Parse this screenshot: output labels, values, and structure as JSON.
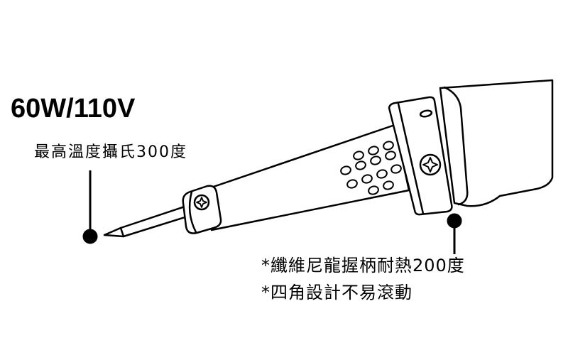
{
  "diagram": {
    "power_rating": "60W/110V",
    "tip_callout": "最高溫度攝氏300度",
    "handle_callout": {
      "line1": "*纖維尼龍握柄耐熱200度",
      "line2": "*四角設計不易滾動"
    }
  },
  "colors": {
    "ink": "#000000",
    "background": "#ffffff"
  },
  "icons": {
    "collar_screw": "phillips-screw-icon",
    "flange_screw": "phillips-screw-icon"
  }
}
